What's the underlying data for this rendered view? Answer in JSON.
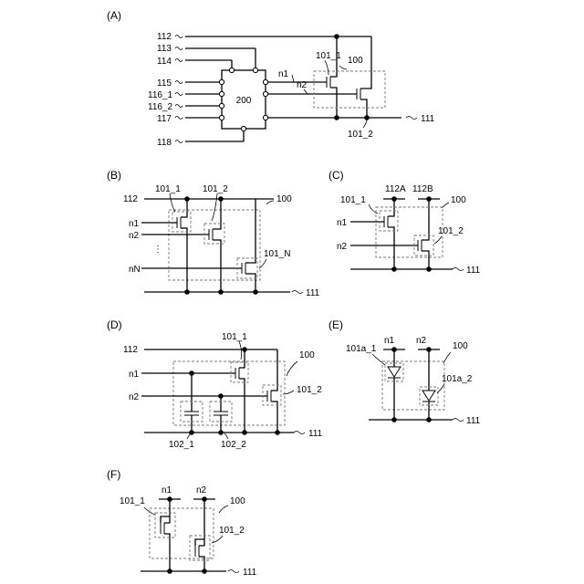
{
  "panels": {
    "A": {
      "label": "(A)",
      "block": "200",
      "inputs": [
        "112",
        "113",
        "114",
        "115",
        "116_1",
        "116_2",
        "117",
        "118"
      ],
      "nodes": [
        "n1",
        "n2"
      ],
      "transistors": [
        "101_1",
        "101_2"
      ],
      "group": "100",
      "output": "111"
    },
    "B": {
      "label": "(B)",
      "rail": "112",
      "inputs": [
        "n1",
        "n2",
        "nN"
      ],
      "ellipsis": "⋮",
      "transistors": [
        "101_1",
        "101_2",
        "101_N"
      ],
      "group": "100",
      "output": "111"
    },
    "C": {
      "label": "(C)",
      "rails": [
        "112A",
        "112B"
      ],
      "inputs": [
        "n1",
        "n2"
      ],
      "transistors": [
        "101_1",
        "101_2"
      ],
      "group": "100",
      "output": "111"
    },
    "D": {
      "label": "(D)",
      "rail": "112",
      "inputs": [
        "n1",
        "n2"
      ],
      "transistors": [
        "101_1",
        "101_2"
      ],
      "capacitors": [
        "102_1",
        "102_2"
      ],
      "group": "100",
      "output": "111"
    },
    "E": {
      "label": "(E)",
      "inputs": [
        "n1",
        "n2"
      ],
      "diodes": [
        "101a_1",
        "101a_2"
      ],
      "group": "100",
      "output": "111"
    },
    "F": {
      "label": "(F)",
      "inputs": [
        "n1",
        "n2"
      ],
      "transistors": [
        "101_1",
        "101_2"
      ],
      "group": "100",
      "output": "111"
    }
  }
}
